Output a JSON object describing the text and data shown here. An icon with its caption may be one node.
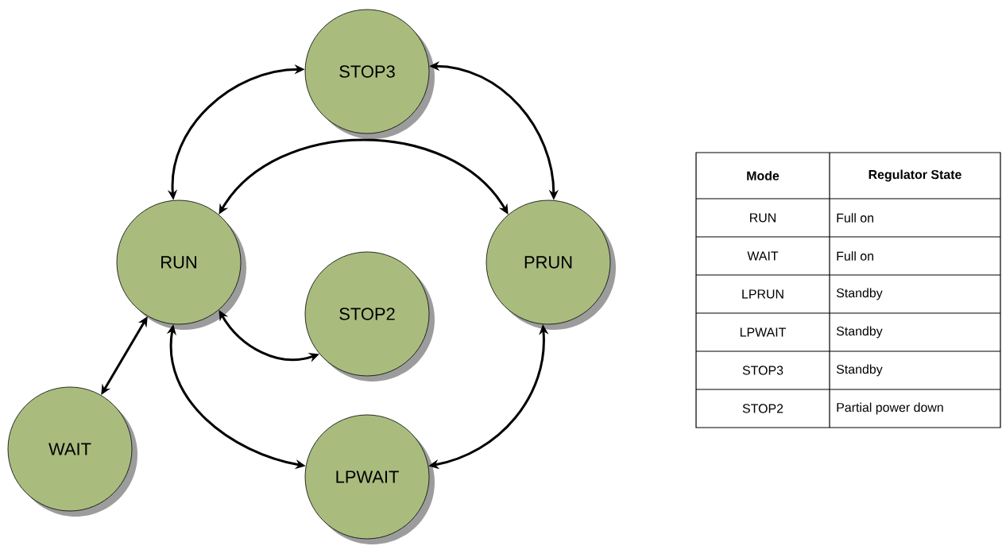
{
  "diagram": {
    "nodes": [
      {
        "text": [
          "STOP3"
        ]
      },
      {
        "text": [
          "RUN"
        ]
      },
      {
        "text": [
          "PRUN"
        ]
      },
      {
        "text": [
          "STOP2"
        ]
      },
      {
        "text": [
          "WAIT"
        ]
      },
      {
        "text": [
          "LPWAIT"
        ]
      }
    ],
    "edges": [
      {
        "from": 1,
        "to": 0,
        "arrow": "both"
      },
      {
        "from": 0,
        "to": 2,
        "arrow": "both"
      },
      {
        "from": 1,
        "to": 2,
        "arrow": "both"
      },
      {
        "from": 1,
        "to": 3,
        "arrow": "both"
      },
      {
        "from": 1,
        "to": 4,
        "arrow": "both"
      },
      {
        "from": 1,
        "to": 5,
        "arrow": "both"
      },
      {
        "from": 2,
        "to": 5,
        "arrow": "both"
      }
    ],
    "labels": [
      "Mode",
      "Regulator State",
      "RUN",
      "Full on",
      "WAIT",
      "Full on",
      "LPRUN",
      "Standby",
      "LPWAIT",
      "Standby",
      "STOP3",
      "Standby",
      "STOP2",
      "Partial power down"
    ]
  }
}
